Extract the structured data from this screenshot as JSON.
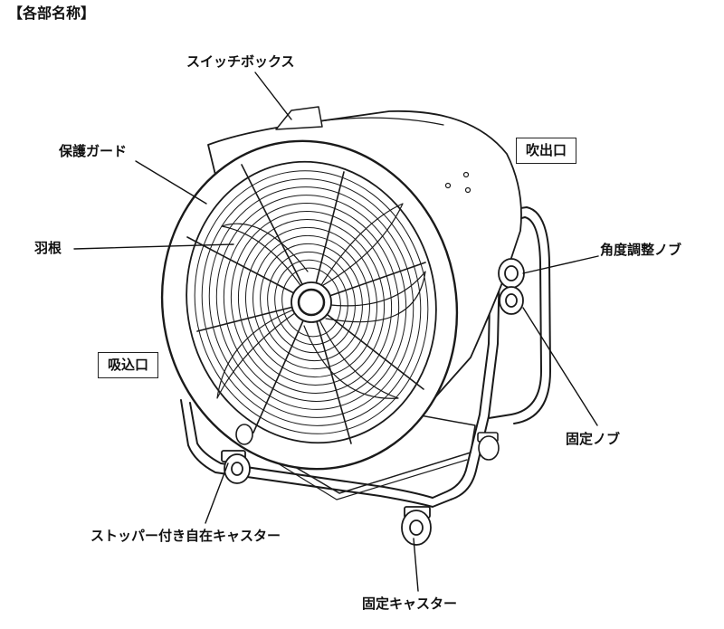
{
  "header": "【各部名称】",
  "labels": {
    "switch_box": "スイッチボックス",
    "guard": "保護ガード",
    "outlet": "吹出口",
    "blade": "羽根",
    "angle_knob": "角度調整ノブ",
    "inlet": "吸込口",
    "fixed_knob": "固定ノブ",
    "stopper_caster": "ストッパー付き自在キャスター",
    "fixed_caster": "固定キャスター"
  }
}
